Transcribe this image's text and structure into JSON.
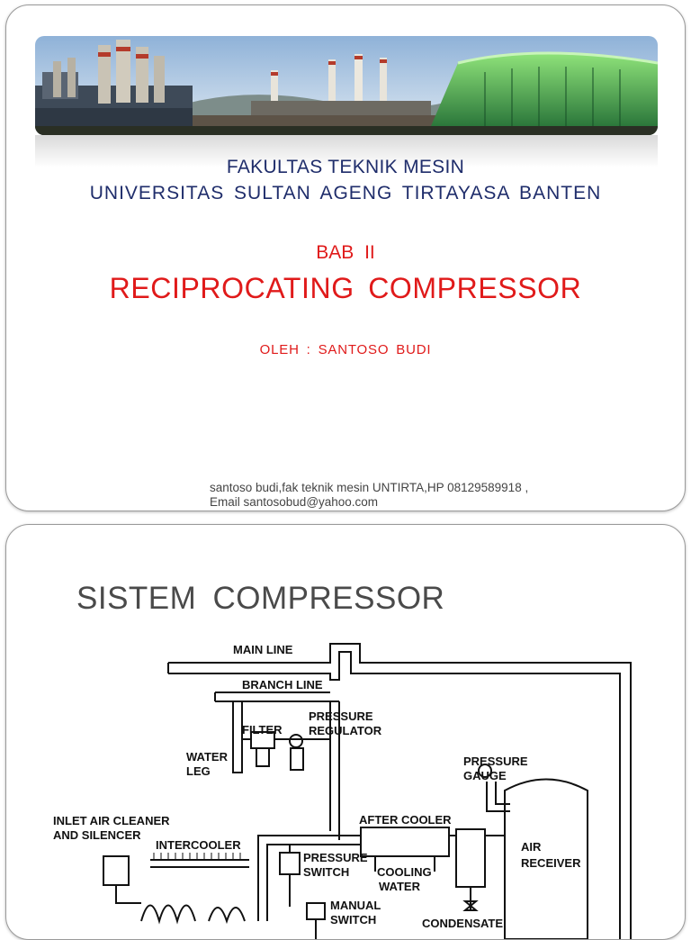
{
  "slide1": {
    "faculty": "FAKULTAS TEKNIK  MESIN",
    "university": "UNIVERSITAS  SULTAN  AGENG  TIRTAYASA  BANTEN",
    "chapter": "BAB  II",
    "title": "RECIPROCATING  COMPRESSOR",
    "author": "OLEH  :  SANTOSO  BUDI",
    "footer_line1": "santoso budi,fak teknik mesin UNTIRTA,HP 08129589918 ,",
    "footer_line2": "Email santosobud@yahoo.com",
    "colors": {
      "navy": "#1f2d6b",
      "red": "#e01a1a"
    }
  },
  "slide2": {
    "title": "SISTEM  COMPRESSOR",
    "diagram_labels": {
      "main_line": "MAIN LINE",
      "branch_line": "BRANCH LINE",
      "filter": "FILTER",
      "pressure_regulator_1": "PRESSURE",
      "pressure_regulator_2": "REGULATOR",
      "water_leg_1": "WATER",
      "water_leg_2": "LEG",
      "pressure_gauge_1": "PRESSURE",
      "pressure_gauge_2": "GAUGE",
      "inlet_1": "INLET AIR CLEANER",
      "inlet_2": "AND SILENCER",
      "intercooler": "INTERCOOLER",
      "after_cooler": "AFTER COOLER",
      "air_receiver_1": "AIR",
      "air_receiver_2": "RECEIVER",
      "pressure_switch_1": "PRESSURE",
      "pressure_switch_2": "SWITCH",
      "cooling_water_1": "COOLING",
      "cooling_water_2": "WATER",
      "manual_switch_1": "MANUAL",
      "manual_switch_2": "SWITCH",
      "condensate": "CONDENSATE"
    }
  }
}
